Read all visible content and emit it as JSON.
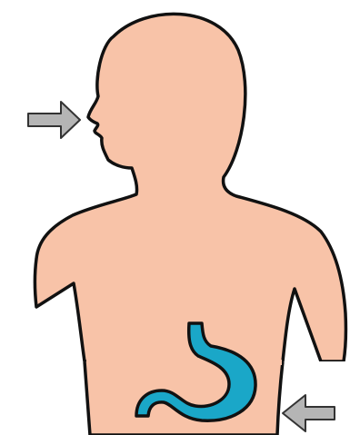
{
  "colors": {
    "background": "#ffffff",
    "skin": "#f8c3a8",
    "outline": "#111111",
    "stomach": "#1aa7c8",
    "arrow_fill": "#b5b5b5",
    "arrow_stroke": "#333333"
  },
  "figure": {
    "parts": [
      "head-and-neck",
      "torso",
      "stomach"
    ],
    "arrows": [
      {
        "name": "mouth-arrow",
        "direction": "right",
        "points_to": "mouth"
      },
      {
        "name": "abdomen-arrow",
        "direction": "left",
        "points_to": "stomach"
      }
    ]
  }
}
